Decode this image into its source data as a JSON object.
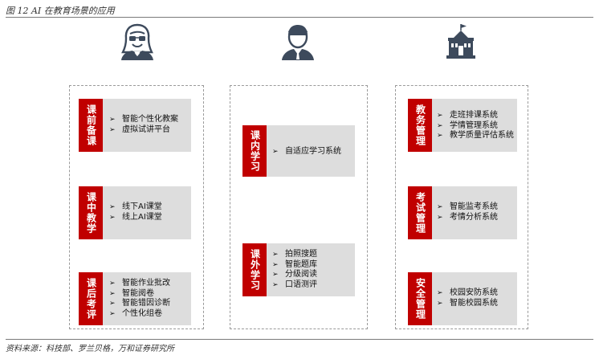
{
  "figure": {
    "title": "图 12   AI 在教育场景的应用",
    "source": "资料来源：科技部、罗兰贝格，万和证券研究所"
  },
  "columns": [
    {
      "persona": "teacher-icon",
      "cards": [
        {
          "tag": "课前备课",
          "items": [
            "智能个性化教案",
            "虚拟试讲平台"
          ]
        },
        {
          "tag": "课中教学",
          "items": [
            "线下AI课堂",
            "线上AI课堂"
          ]
        },
        {
          "tag": "课后考评",
          "items": [
            "智能作业批改",
            "智能阅卷",
            "智能错因诊断",
            "个性化组卷"
          ]
        }
      ]
    },
    {
      "persona": "student-icon",
      "cards": [
        {
          "tag": "课内学习",
          "items": [
            "自适应学习系统"
          ]
        },
        {
          "tag": "课外学习",
          "items": [
            "拍照搜题",
            "智能题库",
            "分级阅读",
            "口语测评"
          ]
        }
      ]
    },
    {
      "persona": "school-icon",
      "cards": [
        {
          "tag": "教务管理",
          "items": [
            "走班排课系统",
            "学情管理系统",
            "教学质量评估系统"
          ]
        },
        {
          "tag": "考试管理",
          "items": [
            "智能监考系统",
            "考情分析系统"
          ]
        },
        {
          "tag": "安全管理",
          "items": [
            "校园安防系统",
            "智能校园系统"
          ]
        }
      ]
    }
  ],
  "colors": {
    "tag": "#c00000",
    "card": "#dddddd",
    "icon": "#3d4a5c"
  }
}
